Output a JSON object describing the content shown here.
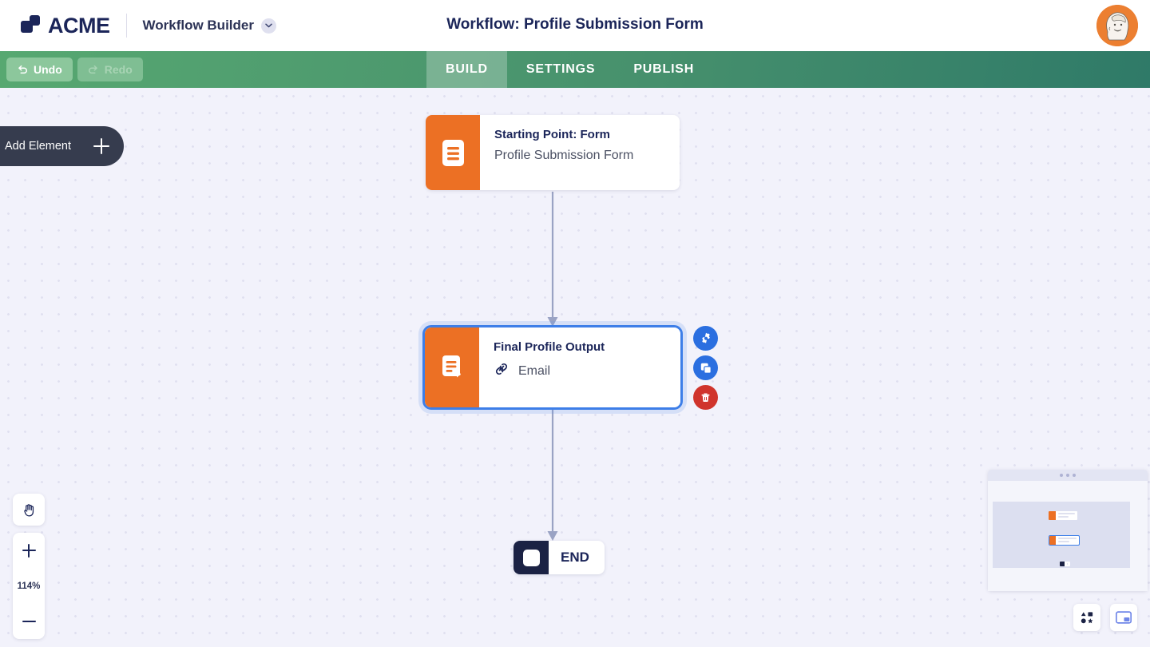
{
  "header": {
    "brand_name": "ACME",
    "module_name": "Workflow Builder",
    "module_chevron_icon": "chevron-down-icon",
    "page_title": "Workflow: Profile Submission Form",
    "avatar_icon": "user-avatar"
  },
  "toolbar": {
    "undo_label": "Undo",
    "undo_icon": "undo-arrow-icon",
    "undo_enabled": true,
    "redo_label": "Redo",
    "redo_icon": "redo-arrow-icon",
    "redo_enabled": false,
    "tabs": [
      {
        "label": "BUILD",
        "active": true
      },
      {
        "label": "SETTINGS",
        "active": false
      },
      {
        "label": "PUBLISH",
        "active": false
      }
    ],
    "accent_green": "#47916d"
  },
  "canvas": {
    "add_element_label": "Add Element",
    "add_element_icon": "plus-icon",
    "node_accent": "#ec7024",
    "selected_border": "#3d7ee8",
    "nodes": [
      {
        "title": "Starting Point: Form",
        "subtitle": "Profile Submission Form",
        "icon": "form-document-icon",
        "selected": false
      },
      {
        "title": "Final Profile Output",
        "subtitle": "Email",
        "subtitle_icon": "link-chain-icon",
        "icon": "document-export-icon",
        "selected": true
      }
    ],
    "end_node": {
      "label": "END",
      "icon": "stop-square-icon"
    },
    "node_actions": [
      {
        "name": "settings",
        "icon": "gear-icon",
        "color": "#2b6fe0"
      },
      {
        "name": "duplicate",
        "icon": "copy-icon",
        "color": "#2b6fe0"
      },
      {
        "name": "delete",
        "icon": "trash-icon",
        "color": "#d0342c"
      }
    ]
  },
  "zoom_controls": {
    "pan_icon": "hand-pan-icon",
    "zoom_in_icon": "plus-icon",
    "zoom_out_icon": "minus-icon",
    "zoom_level": "114%"
  },
  "minimap": {
    "handle_icon": "drag-dots-icon"
  },
  "bottom_buttons": [
    {
      "name": "elements-panel",
      "icon": "shapes-icon"
    },
    {
      "name": "minimap-toggle",
      "icon": "minimap-icon"
    }
  ]
}
